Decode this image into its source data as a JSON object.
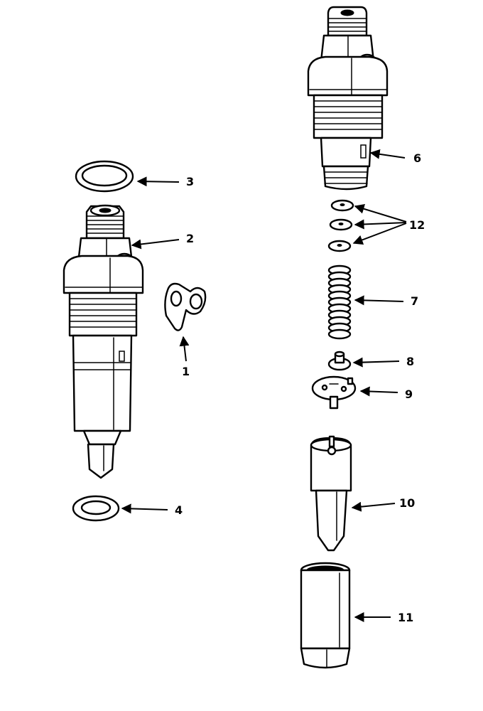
{
  "callouts": {
    "c1": "1",
    "c2": "2",
    "c3": "3",
    "c4": "4",
    "c6": "6",
    "c7": "7",
    "c8": "8",
    "c9": "9",
    "c10": "10",
    "c11": "11",
    "c12": "12"
  },
  "colors": {
    "ink": "#000000",
    "paper": "#ffffff"
  }
}
